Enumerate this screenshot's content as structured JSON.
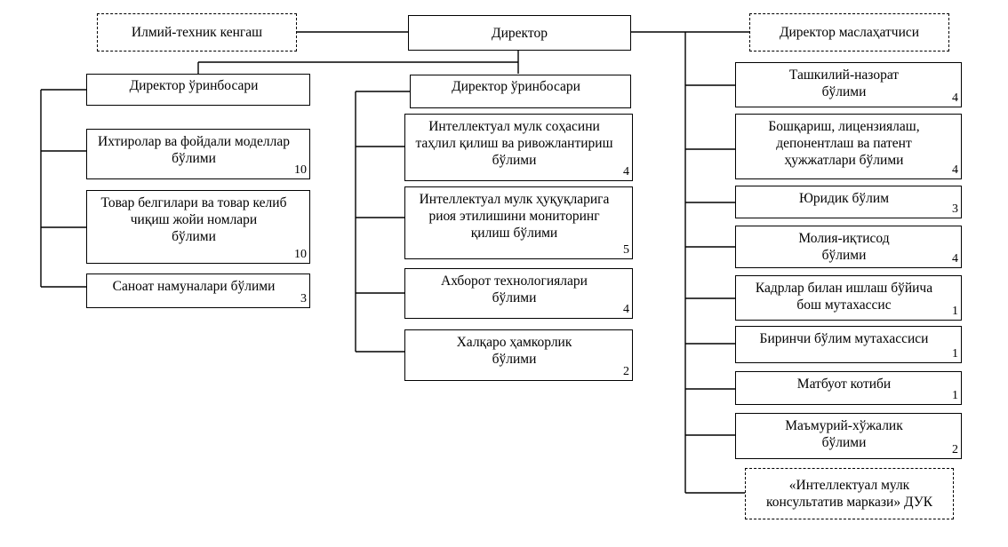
{
  "top": {
    "director": "Директор",
    "science_council": "Илмий-техник кенгаш",
    "advisor": "Директор маслаҳатчиси"
  },
  "left": {
    "deputy": "Директор ўринбосари",
    "units": [
      {
        "name": "Ихтиролар ва фойдали моделлар\nбўлими",
        "count": "10"
      },
      {
        "name": "Товар белгилари ва товар келиб\nчиқиш жойи номлари\nбўлими",
        "count": "10"
      },
      {
        "name": "Саноат намуналари бўлими",
        "count": "3"
      }
    ]
  },
  "middle": {
    "deputy": "Директор ўринбосари",
    "units": [
      {
        "name": "Интеллектуал мулк соҳасини\nтаҳлил қилиш ва ривожлантириш\nбўлими",
        "count": "4"
      },
      {
        "name": "Интеллектуал мулк ҳуқуқларига\nриоя этилишини мониторинг\nқилиш бўлими",
        "count": "5"
      },
      {
        "name": "Ахборот технологиялари\nбўлими",
        "count": "4"
      },
      {
        "name": "Халқаро ҳамкорлик\nбўлими",
        "count": "2"
      }
    ]
  },
  "right": {
    "units": [
      {
        "name": "Ташкилий-назорат\nбўлими",
        "count": "4"
      },
      {
        "name": "Бошқариш, лицензиялаш,\nдепонентлаш ва патент\nҳужжатлари бўлими",
        "count": "4"
      },
      {
        "name": "Юридик бўлим",
        "count": "3"
      },
      {
        "name": "Молия-иқтисод\nбўлими",
        "count": "4"
      },
      {
        "name": "Кадрлар билан ишлаш бўйича\nбош мутахассис",
        "count": "1"
      },
      {
        "name": "Биринчи бўлим мутахассиси",
        "count": "1"
      },
      {
        "name": "Матбуот котиби",
        "count": "1"
      },
      {
        "name": "Маъмурий-хўжалик\nбўлими",
        "count": "2"
      }
    ],
    "center": "«Интеллектуал мулк\nконсультатив маркази» ДУК"
  }
}
